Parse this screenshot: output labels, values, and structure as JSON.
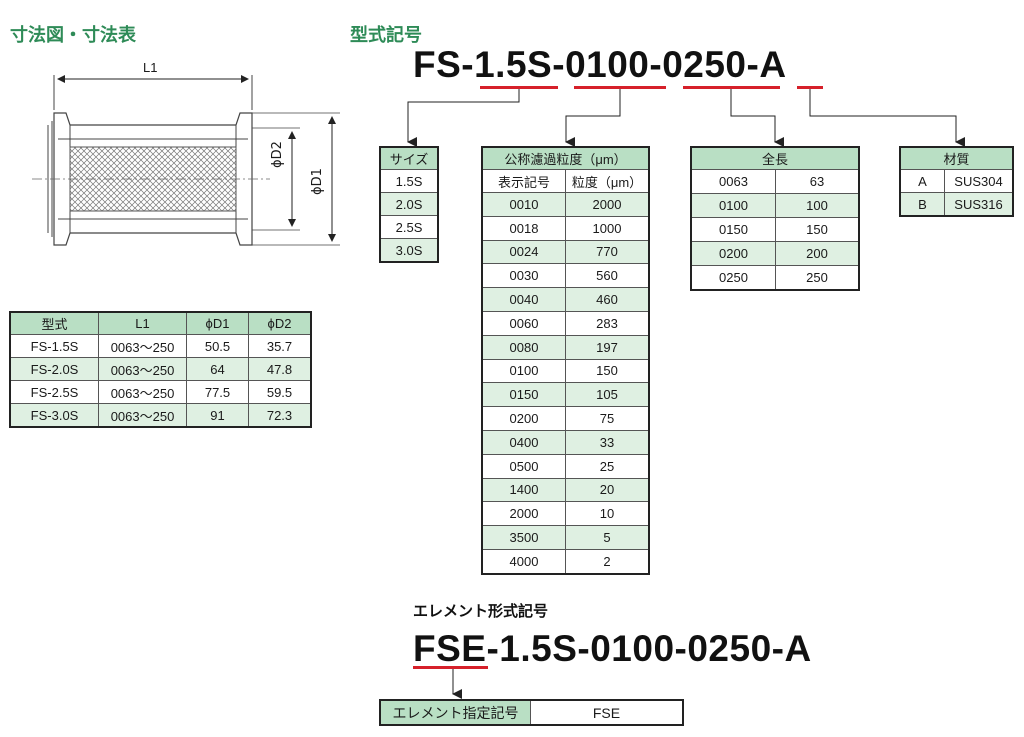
{
  "section_dimensions_title": "寸法図・寸法表",
  "section_model_title": "型式記号",
  "section_element_title": "エレメント形式記号",
  "drawing": {
    "l1_label": "L1",
    "d2_label": "ϕD2",
    "d1_label": "ϕD1"
  },
  "model_code": {
    "prefix": "FS",
    "sep1": "-",
    "size": "1.5S",
    "sep2": "-",
    "particle": "0100",
    "sep3": "-",
    "length": "0250",
    "sep4": "-",
    "material": "A"
  },
  "element_code": {
    "prefix": "FSE",
    "rest": "-1.5S-0100-0250-A"
  },
  "dim_table": {
    "headers": [
      "型式",
      "L1",
      "ϕD1",
      "ϕD2"
    ],
    "rows": [
      [
        "FS-1.5S",
        "0063～250",
        "50.5",
        "35.7"
      ],
      [
        "FS-2.0S",
        "0063～250",
        "64",
        "47.8"
      ],
      [
        "FS-2.5S",
        "0063～250",
        "77.5",
        "59.5"
      ],
      [
        "FS-3.0S",
        "0063～250",
        "91",
        "72.3"
      ]
    ]
  },
  "size_table": {
    "header": "サイズ",
    "rows": [
      "1.5S",
      "2.0S",
      "2.5S",
      "3.0S"
    ]
  },
  "particle_table": {
    "header": "公称濾過粒度（μm）",
    "col_headers": [
      "表示記号",
      "粒度（μm）"
    ],
    "rows": [
      [
        "0010",
        "2000"
      ],
      [
        "0018",
        "1000"
      ],
      [
        "0024",
        "770"
      ],
      [
        "0030",
        "560"
      ],
      [
        "0040",
        "460"
      ],
      [
        "0060",
        "283"
      ],
      [
        "0080",
        "197"
      ],
      [
        "0100",
        "150"
      ],
      [
        "0150",
        "105"
      ],
      [
        "0200",
        "75"
      ],
      [
        "0400",
        "33"
      ],
      [
        "0500",
        "25"
      ],
      [
        "1400",
        "20"
      ],
      [
        "2000",
        "10"
      ],
      [
        "3500",
        "5"
      ],
      [
        "4000",
        "2"
      ]
    ]
  },
  "length_table": {
    "header": "全長",
    "rows": [
      [
        "0063",
        "63"
      ],
      [
        "0100",
        "100"
      ],
      [
        "0150",
        "150"
      ],
      [
        "0200",
        "200"
      ],
      [
        "0250",
        "250"
      ]
    ]
  },
  "material_table": {
    "header": "材質",
    "rows": [
      [
        "A",
        "SUS304"
      ],
      [
        "B",
        "SUS316"
      ]
    ]
  },
  "element_table": {
    "label": "エレメント指定記号",
    "value": "FSE"
  },
  "colors": {
    "accent_green": "#2e8b57",
    "table_header_green": "#b9dfc4",
    "table_row_green": "#dff0e2",
    "red_underline": "#d6202a"
  }
}
